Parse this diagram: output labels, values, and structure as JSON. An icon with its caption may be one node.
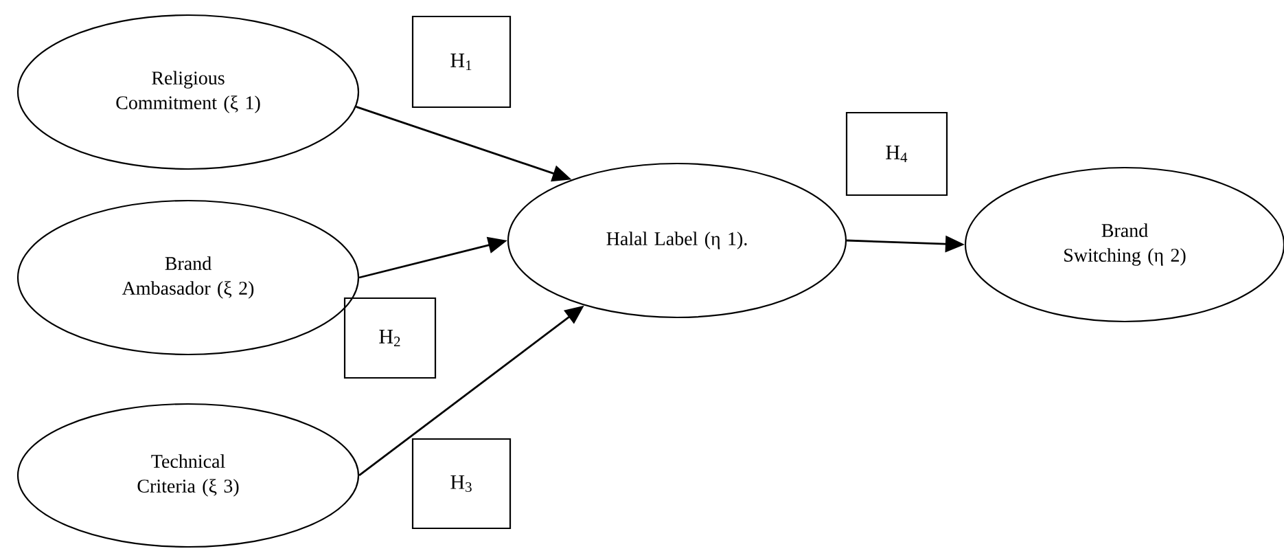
{
  "diagram": {
    "nodes": [
      {
        "text": [
          "Religious Commitment (ξ 1)"
        ]
      },
      {
        "text": [
          "Brand Ambasador (ξ 2)"
        ]
      },
      {
        "text": [
          "Technical Criteria (ξ 3)"
        ]
      },
      {
        "text": [
          "Halal Label (η 1)."
        ]
      },
      {
        "text": [
          "Brand Switching (η 2)"
        ]
      },
      {
        "text": [
          "H$_{1}$"
        ]
      },
      {
        "text": [
          "H$_{2}$"
        ]
      },
      {
        "text": [
          "H$_{3}$"
        ]
      },
      {
        "text": [
          "H$_{4}$"
        ]
      }
    ],
    "edges": [
      {
        "from": 0,
        "to": 3,
        "arrow": "to"
      },
      {
        "from": 1,
        "to": 3,
        "arrow": "to"
      },
      {
        "from": 2,
        "to": 3,
        "arrow": "to"
      },
      {
        "from": 3,
        "to": 4,
        "arrow": "to"
      }
    ]
  }
}
